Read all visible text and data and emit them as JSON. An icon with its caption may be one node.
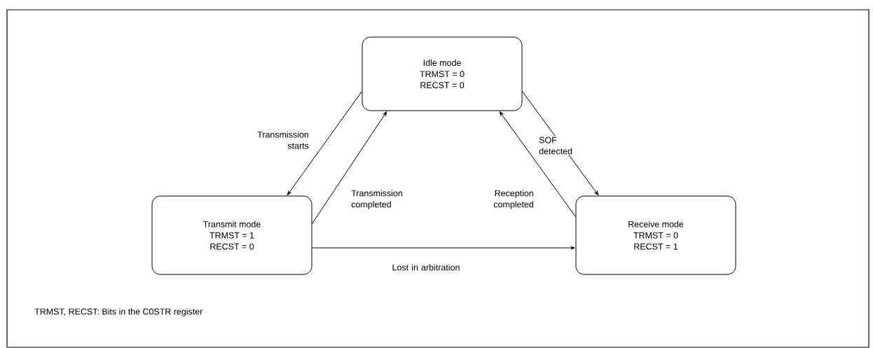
{
  "diagram": {
    "nodes": [
      {
        "text": [
          "Idle mode",
          "TRMST = 0",
          "RECST = 0"
        ]
      },
      {
        "text": [
          "Transmit mode",
          "TRMST = 1",
          "RECST = 0"
        ]
      },
      {
        "text": [
          "Receive mode",
          "TRMST = 0",
          "RECST = 1"
        ]
      }
    ],
    "edges": [
      {
        "from": 0,
        "to": 1,
        "arrow": "to",
        "label": "Transmission starts"
      },
      {
        "from": 1,
        "to": 0,
        "arrow": "to",
        "label": "Transmission completed"
      },
      {
        "from": 0,
        "to": 2,
        "arrow": "to",
        "label": "SOF detected"
      },
      {
        "from": 2,
        "to": 0,
        "arrow": "to",
        "label": "Reception completed"
      },
      {
        "from": 1,
        "to": 2,
        "arrow": "to",
        "label": "Lost in arbitration"
      }
    ],
    "labels": [
      "TRMST, RECST: Bits in the C0STR register"
    ]
  }
}
